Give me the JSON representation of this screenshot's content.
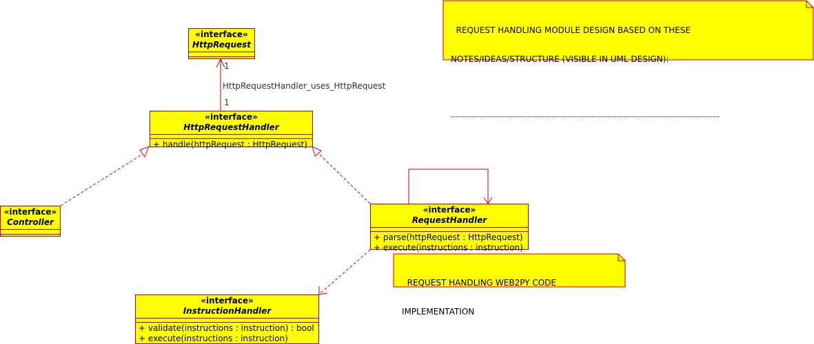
{
  "classes": {
    "http_request": {
      "stereotype": "«interface»",
      "name": "HttpRequest",
      "operations": []
    },
    "http_request_handler": {
      "stereotype": "«interface»",
      "name": "HttpRequestHandler",
      "operations": [
        "+ handle(httpRequest : HttpRequest)"
      ]
    },
    "controller": {
      "stereotype": "«interface»",
      "name": "Controller",
      "operations": []
    },
    "request_handler": {
      "stereotype": "«interface»",
      "name": "RequestHandler",
      "operations": [
        "+ parse(httpRequest : HttpRequest)",
        "+ execute(instructions : instruction)"
      ]
    },
    "instruction_handler": {
      "stereotype": "«interface»",
      "name": "InstructionHandler",
      "operations": [
        "+ validate(instructions : instruction) : bool",
        "+ execute(instructions : instruction)"
      ]
    }
  },
  "association": {
    "name": "HttpRequestHandler_uses_HttpRequest",
    "mult_top": "1",
    "mult_bottom": "1"
  },
  "notes": {
    "design": {
      "line1": "  REQUEST HANDLING MODULE DESIGN BASED ON THESE",
      "line2": "NOTES/IDEAS/STRUCTURE (VISIBLE IN UML DESIGN):",
      "line3": "------------------------------------------------------------------------------------------------------------------------"
    },
    "implementation": {
      "line1": "  REQUEST HANDLING WEB2PY CODE",
      "line2": "IMPLEMENTATION"
    }
  },
  "colors": {
    "fill": "#ffff00",
    "border": "#b80000",
    "line": "#cc0000"
  }
}
